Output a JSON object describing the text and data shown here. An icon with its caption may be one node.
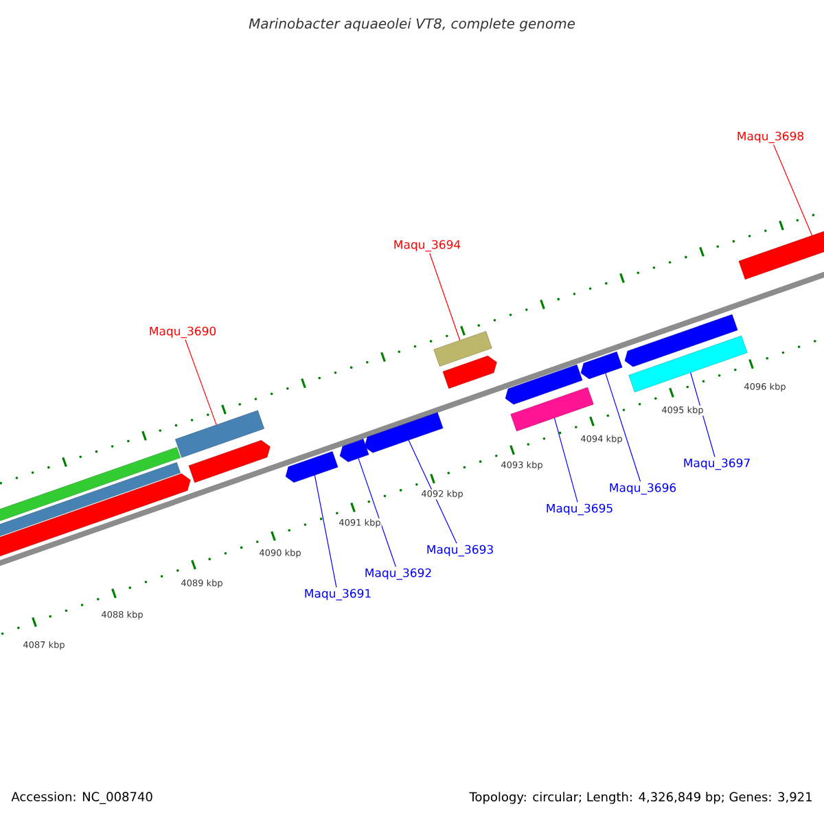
{
  "diagram": {
    "title": "Marinobacter aquaeolei VT8, complete genome",
    "nodes": [
      {
        "text": [
          "Maqu_3698"
        ]
      },
      {
        "text": [],
        "shape": "arrow"
      },
      {
        "text": [
          "Maqu_3694"
        ]
      },
      {
        "text": [],
        "shape": "bar"
      },
      {
        "text": [
          "Maqu_3690"
        ]
      },
      {
        "text": [],
        "shape": "bar"
      },
      {
        "text": [],
        "shape": "bar"
      },
      {
        "text": [],
        "shape": "bar"
      },
      {
        "text": [],
        "shape": "arrow"
      },
      {
        "text": [],
        "shape": "arrow"
      },
      {
        "text": [],
        "shape": "arrow"
      },
      {
        "text": [],
        "shape": "arrow"
      },
      {
        "text": [],
        "shape": "arrow"
      },
      {
        "text": [],
        "shape": "arrow"
      },
      {
        "text": [],
        "shape": "arrow"
      },
      {
        "text": [],
        "shape": "bar"
      },
      {
        "text": [],
        "shape": "arrow"
      },
      {
        "text": [],
        "shape": "arrow"
      },
      {
        "text": [],
        "shape": "bar"
      },
      {
        "text": [
          "Maqu_3691"
        ]
      },
      {
        "text": [
          "Maqu_3692"
        ]
      },
      {
        "text": [
          "Maqu_3693"
        ]
      },
      {
        "text": [
          "Maqu_3695"
        ]
      },
      {
        "text": [
          "Maqu_3696"
        ]
      },
      {
        "text": [
          "Maqu_3697"
        ]
      }
    ],
    "edges": [
      {
        "from": 0,
        "to": 1,
        "arrow": "none",
        "color": "#ff0000"
      },
      {
        "from": 2,
        "to": 3,
        "arrow": "none",
        "color": "#ff0000"
      },
      {
        "from": 4,
        "to": 5,
        "arrow": "none",
        "color": "#ff0000"
      },
      {
        "from": 19,
        "to": 11,
        "arrow": "none"
      },
      {
        "from": 20,
        "to": 12,
        "arrow": "none"
      },
      {
        "from": 21,
        "to": 13,
        "arrow": "none"
      },
      {
        "from": 22,
        "to": 15,
        "arrow": "none"
      },
      {
        "from": 23,
        "to": 16,
        "arrow": "none"
      },
      {
        "from": 24,
        "to": 18,
        "arrow": "none"
      }
    ],
    "labels": [
      "4096 kbp",
      "4095 kbp",
      "4094 kbp",
      "4093 kbp",
      "4092 kbp",
      "4091 kbp",
      "4090 kbp",
      "4089 kbp",
      "4088 kbp",
      "4087 kbp",
      "Accession: NC_008740",
      "Topology: circular; Length: 4,326,849 bp; Genes: 3,921"
    ]
  }
}
